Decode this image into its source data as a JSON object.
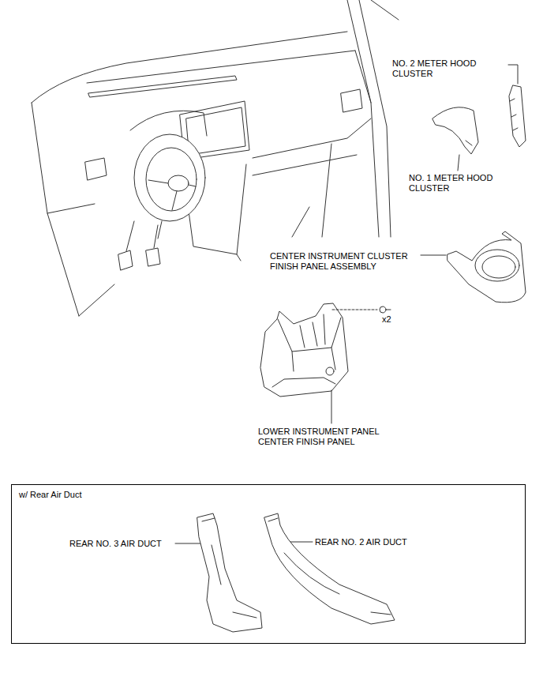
{
  "diagram": {
    "nodes": [
      {
        "text": [
          "w/ Rear Air Duct"
        ]
      }
    ],
    "labels": [
      "NO. 2 METER HOOD CLUSTER",
      "NO. 1 METER HOOD CLUSTER",
      "CENTER INSTRUMENT CLUSTER FINISH PANEL ASSEMBLY",
      "x2",
      "LOWER INSTRUMENT PANEL CENTER FINISH PANEL",
      "REAR NO. 3 AIR DUCT",
      "REAR NO. 2 AIR DUCT"
    ]
  }
}
